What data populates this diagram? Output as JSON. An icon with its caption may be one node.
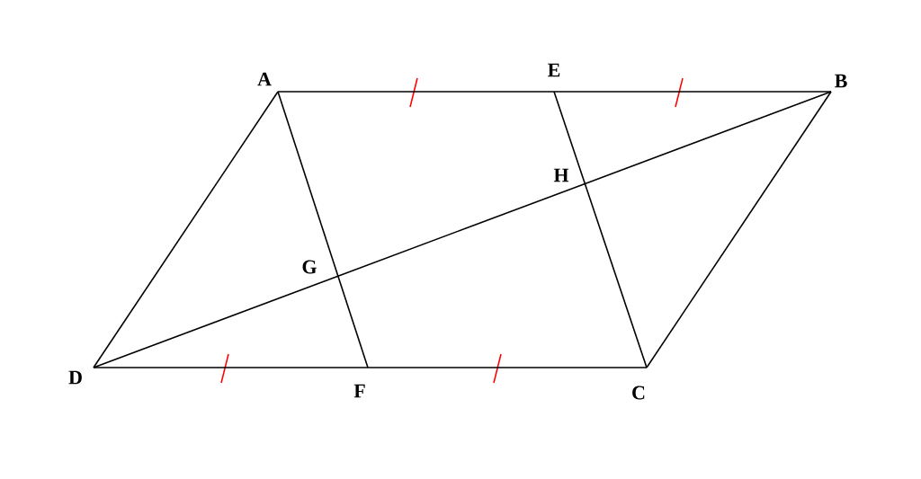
{
  "diagram": {
    "nodes": [
      {
        "text": [
          "A"
        ]
      },
      {
        "text": [
          "E"
        ]
      },
      {
        "text": [
          "B"
        ]
      },
      {
        "text": [
          "H"
        ]
      },
      {
        "text": [
          "G"
        ]
      },
      {
        "text": [
          "D"
        ]
      },
      {
        "text": [
          "F"
        ]
      },
      {
        "text": [
          "C"
        ]
      }
    ],
    "edges": [
      {
        "from": 0,
        "to": 1,
        "arrow": "none"
      },
      {
        "from": 1,
        "to": 2,
        "arrow": "none"
      },
      {
        "from": 2,
        "to": 7,
        "arrow": "none"
      },
      {
        "from": 7,
        "to": 6,
        "arrow": "none"
      },
      {
        "from": 6,
        "to": 5,
        "arrow": "none"
      },
      {
        "from": 5,
        "to": 0,
        "arrow": "none"
      },
      {
        "from": 0,
        "to": 4,
        "arrow": "none"
      },
      {
        "from": 4,
        "to": 6,
        "arrow": "none"
      },
      {
        "from": 1,
        "to": 3,
        "arrow": "none"
      },
      {
        "from": 3,
        "to": 7,
        "arrow": "none"
      },
      {
        "from": 5,
        "to": 4,
        "arrow": "none"
      },
      {
        "from": 4,
        "to": 3,
        "arrow": "none"
      },
      {
        "from": 3,
        "to": 2,
        "arrow": "none"
      }
    ]
  }
}
